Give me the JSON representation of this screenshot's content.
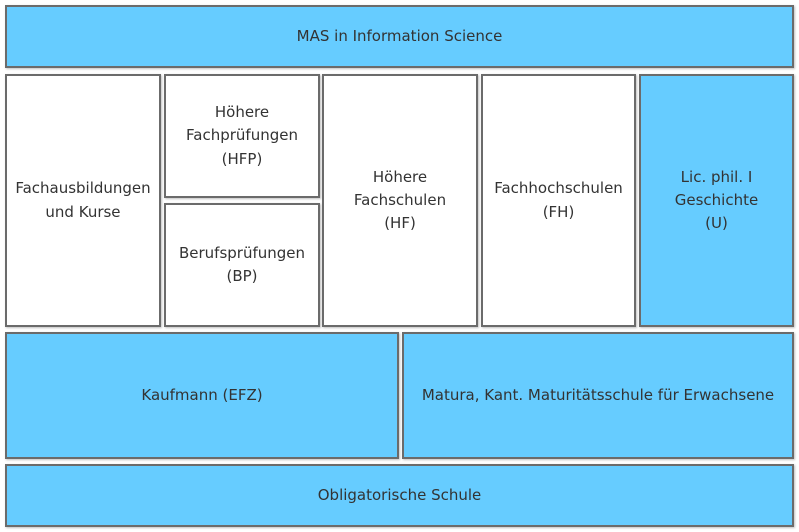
{
  "colors": {
    "blue_fill": "#66ccff",
    "white_fill": "#ffffff",
    "border": "#6b6b6b",
    "text": "#333333"
  },
  "boxes": {
    "mas": "MAS in Information Science",
    "fachausbildungen": "Fachausbildungen\nund Kurse",
    "hoehere_fachpruefungen": "Höhere\nFachprüfungen\n(HFP)",
    "berufspruefungen": "Berufsprüfungen\n(BP)",
    "hoehere_fachschulen": "Höhere\nFachschulen\n(HF)",
    "fachhochschulen": "Fachhochschulen\n(FH)",
    "lic_phil": "Lic. phil. I\nGeschichte\n(U)",
    "kaufmann": "Kaufmann (EFZ)",
    "matura": "Matura, Kant. Maturitätsschule für Erwachsene",
    "obligatorische": "Obligatorische Schule"
  }
}
